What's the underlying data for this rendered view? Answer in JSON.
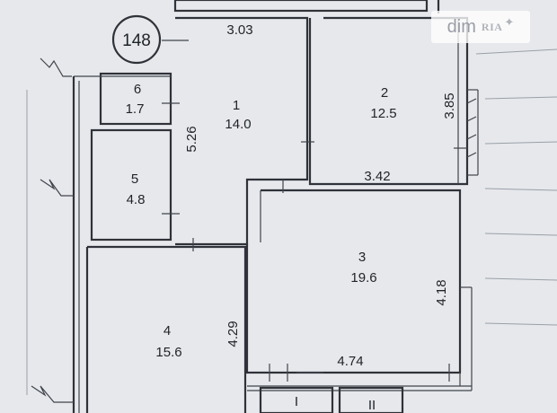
{
  "plan_number": "148",
  "rooms": [
    {
      "id": "1",
      "area": "14.0"
    },
    {
      "id": "2",
      "area": "12.5"
    },
    {
      "id": "3",
      "area": "19.6"
    },
    {
      "id": "4",
      "area": "15.6"
    },
    {
      "id": "5",
      "area": "4.8"
    },
    {
      "id": "6",
      "area": "1.7"
    },
    {
      "id": "I",
      "area": ""
    },
    {
      "id": "II",
      "area": ""
    }
  ],
  "dimensions": [
    "3.03",
    "5.26",
    "3.85",
    "3.42",
    "4.18",
    "4.29",
    "4.74"
  ],
  "watermark": {
    "brand": "dim",
    "sub": "RIA"
  }
}
